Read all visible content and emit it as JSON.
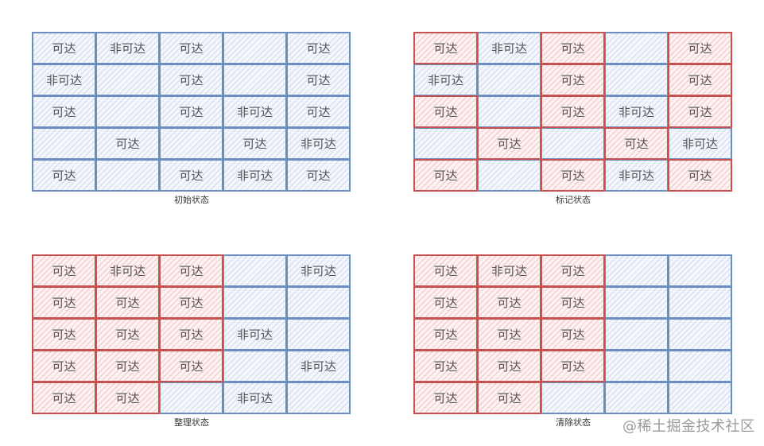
{
  "colors": {
    "reachable_marked": "#c9504f",
    "default": "#6c8ebf",
    "text": "#555555"
  },
  "labels": {
    "reachable": "可达",
    "unreachable": "非可达",
    "empty": ""
  },
  "panels": [
    {
      "caption": "初始状态",
      "cells": [
        [
          {
            "text": "可达",
            "color": "blue"
          },
          {
            "text": "非可达",
            "color": "blue"
          },
          {
            "text": "可达",
            "color": "blue"
          },
          {
            "text": "",
            "color": "blue"
          },
          {
            "text": "可达",
            "color": "blue"
          }
        ],
        [
          {
            "text": "非可达",
            "color": "blue"
          },
          {
            "text": "",
            "color": "blue"
          },
          {
            "text": "可达",
            "color": "blue"
          },
          {
            "text": "",
            "color": "blue"
          },
          {
            "text": "可达",
            "color": "blue"
          }
        ],
        [
          {
            "text": "可达",
            "color": "blue"
          },
          {
            "text": "",
            "color": "blue"
          },
          {
            "text": "可达",
            "color": "blue"
          },
          {
            "text": "非可达",
            "color": "blue"
          },
          {
            "text": "可达",
            "color": "blue"
          }
        ],
        [
          {
            "text": "",
            "color": "blue"
          },
          {
            "text": "可达",
            "color": "blue"
          },
          {
            "text": "",
            "color": "blue"
          },
          {
            "text": "可达",
            "color": "blue"
          },
          {
            "text": "非可达",
            "color": "blue"
          }
        ],
        [
          {
            "text": "可达",
            "color": "blue"
          },
          {
            "text": "",
            "color": "blue"
          },
          {
            "text": "可达",
            "color": "blue"
          },
          {
            "text": "非可达",
            "color": "blue"
          },
          {
            "text": "可达",
            "color": "blue"
          }
        ]
      ]
    },
    {
      "caption": "标记状态",
      "cells": [
        [
          {
            "text": "可达",
            "color": "red"
          },
          {
            "text": "非可达",
            "color": "blue"
          },
          {
            "text": "可达",
            "color": "red"
          },
          {
            "text": "",
            "color": "blue"
          },
          {
            "text": "可达",
            "color": "red"
          }
        ],
        [
          {
            "text": "非可达",
            "color": "blue"
          },
          {
            "text": "",
            "color": "blue"
          },
          {
            "text": "可达",
            "color": "red"
          },
          {
            "text": "",
            "color": "blue"
          },
          {
            "text": "可达",
            "color": "red"
          }
        ],
        [
          {
            "text": "可达",
            "color": "red"
          },
          {
            "text": "",
            "color": "blue"
          },
          {
            "text": "可达",
            "color": "red"
          },
          {
            "text": "非可达",
            "color": "blue"
          },
          {
            "text": "可达",
            "color": "red"
          }
        ],
        [
          {
            "text": "",
            "color": "blue"
          },
          {
            "text": "可达",
            "color": "red"
          },
          {
            "text": "",
            "color": "blue"
          },
          {
            "text": "可达",
            "color": "red"
          },
          {
            "text": "非可达",
            "color": "blue"
          }
        ],
        [
          {
            "text": "可达",
            "color": "red"
          },
          {
            "text": "",
            "color": "blue"
          },
          {
            "text": "可达",
            "color": "red"
          },
          {
            "text": "非可达",
            "color": "blue"
          },
          {
            "text": "可达",
            "color": "red"
          }
        ]
      ]
    },
    {
      "caption": "整理状态",
      "cells": [
        [
          {
            "text": "可达",
            "color": "red"
          },
          {
            "text": "非可达",
            "color": "red"
          },
          {
            "text": "可达",
            "color": "red"
          },
          {
            "text": "",
            "color": "blue"
          },
          {
            "text": "非可达",
            "color": "blue"
          }
        ],
        [
          {
            "text": "可达",
            "color": "red"
          },
          {
            "text": "可达",
            "color": "red"
          },
          {
            "text": "可达",
            "color": "red"
          },
          {
            "text": "",
            "color": "blue"
          },
          {
            "text": "",
            "color": "blue"
          }
        ],
        [
          {
            "text": "可达",
            "color": "red"
          },
          {
            "text": "可达",
            "color": "red"
          },
          {
            "text": "可达",
            "color": "red"
          },
          {
            "text": "非可达",
            "color": "blue"
          },
          {
            "text": "",
            "color": "blue"
          }
        ],
        [
          {
            "text": "可达",
            "color": "red"
          },
          {
            "text": "可达",
            "color": "red"
          },
          {
            "text": "可达",
            "color": "red"
          },
          {
            "text": "",
            "color": "blue"
          },
          {
            "text": "非可达",
            "color": "blue"
          }
        ],
        [
          {
            "text": "可达",
            "color": "red"
          },
          {
            "text": "可达",
            "color": "red"
          },
          {
            "text": "",
            "color": "blue"
          },
          {
            "text": "非可达",
            "color": "blue"
          },
          {
            "text": "",
            "color": "blue"
          }
        ]
      ]
    },
    {
      "caption": "清除状态",
      "cells": [
        [
          {
            "text": "可达",
            "color": "red"
          },
          {
            "text": "非可达",
            "color": "red"
          },
          {
            "text": "可达",
            "color": "red"
          },
          {
            "text": "",
            "color": "blue"
          },
          {
            "text": "",
            "color": "blue"
          }
        ],
        [
          {
            "text": "可达",
            "color": "red"
          },
          {
            "text": "可达",
            "color": "red"
          },
          {
            "text": "可达",
            "color": "red"
          },
          {
            "text": "",
            "color": "blue"
          },
          {
            "text": "",
            "color": "blue"
          }
        ],
        [
          {
            "text": "可达",
            "color": "red"
          },
          {
            "text": "可达",
            "color": "red"
          },
          {
            "text": "可达",
            "color": "red"
          },
          {
            "text": "",
            "color": "blue"
          },
          {
            "text": "",
            "color": "blue"
          }
        ],
        [
          {
            "text": "可达",
            "color": "red"
          },
          {
            "text": "可达",
            "color": "red"
          },
          {
            "text": "可达",
            "color": "red"
          },
          {
            "text": "",
            "color": "blue"
          },
          {
            "text": "",
            "color": "blue"
          }
        ],
        [
          {
            "text": "可达",
            "color": "red"
          },
          {
            "text": "可达",
            "color": "red"
          },
          {
            "text": "",
            "color": "blue"
          },
          {
            "text": "",
            "color": "blue"
          },
          {
            "text": "",
            "color": "blue"
          }
        ]
      ]
    }
  ],
  "watermark": "@稀土掘金技术社区"
}
